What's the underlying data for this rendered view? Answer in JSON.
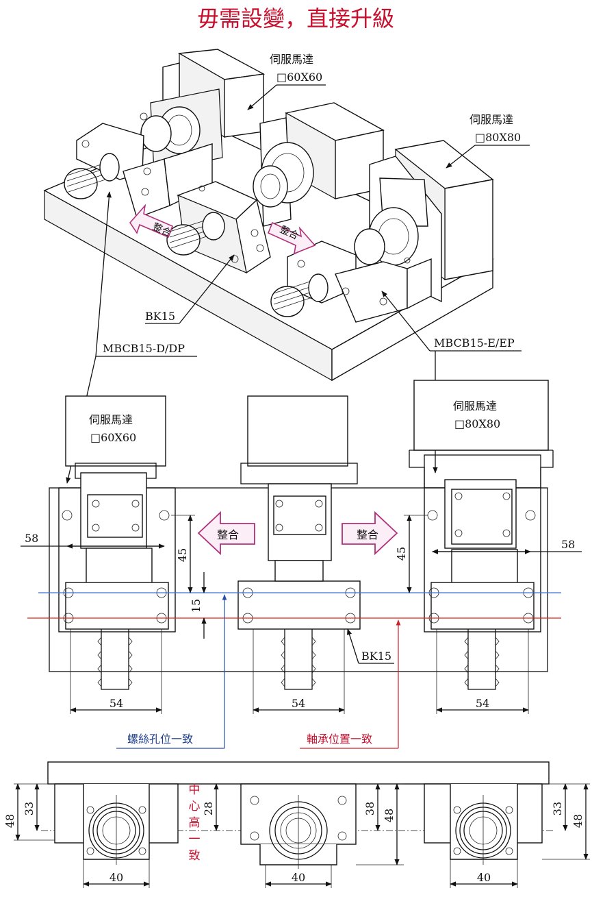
{
  "title": "毋需設變，直接升級",
  "colors": {
    "title": "#c8102e",
    "red_line": "#e2231a",
    "blue_line": "#3a6fd8",
    "arrow_fill": "#fbeef6",
    "arrow_stroke": "#b0307a"
  },
  "iso_view": {
    "motor_small": {
      "name": "伺服馬達",
      "size": "□60X60"
    },
    "motor_large": {
      "name": "伺服馬達",
      "size": "□80X80"
    },
    "arrow_left": "整合",
    "arrow_right": "整合",
    "label_bk": "BK15",
    "label_mbcb_d": "MBCB15-D/DP",
    "label_mbcb_e": "MBCB15-E/EP"
  },
  "front_view": {
    "motor_small": {
      "name": "伺服馬達",
      "size": "□60X60"
    },
    "motor_large": {
      "name": "伺服馬達",
      "size": "□80X80"
    },
    "arrow_left": "整合",
    "arrow_right": "整合",
    "dim_58_left": "58",
    "dim_58_right": "58",
    "dim_45_left": "45",
    "dim_15": "15",
    "dim_45_right": "45",
    "dim_54_left": "54",
    "dim_54_mid": "54",
    "dim_54_right": "54",
    "label_bk": "BK15",
    "note_blue": "螺絲孔位一致",
    "note_red": "軸承位置一致"
  },
  "side_view": {
    "dim_48_left": "48",
    "dim_33_left": "33",
    "dim_28": "28",
    "dim_38": "38",
    "dim_48_mid": "48",
    "dim_33_right": "33",
    "dim_48_right": "48",
    "dim_40_left": "40",
    "dim_40_mid": "40",
    "dim_40_right": "40",
    "note_vertical": [
      "中",
      "心",
      "高",
      "一",
      "致"
    ]
  }
}
